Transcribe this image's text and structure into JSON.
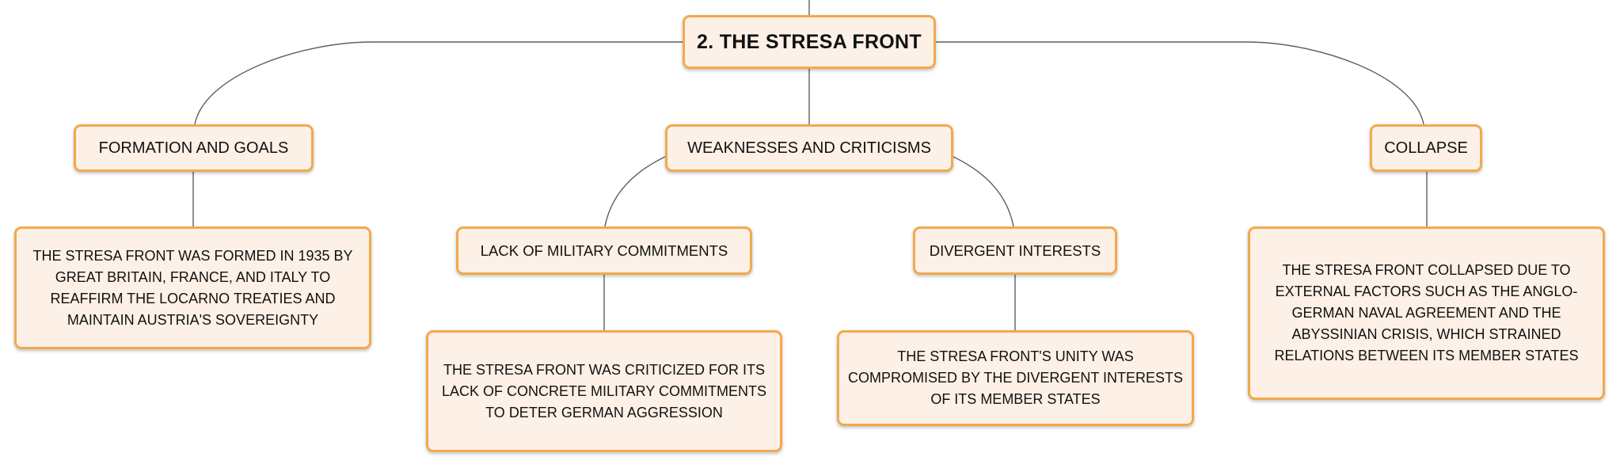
{
  "root": {
    "title": "2. THE STRESA FRONT"
  },
  "branches": {
    "formation": {
      "label": "FORMATION AND GOALS",
      "detail": "THE STRESA FRONT WAS FORMED IN 1935 BY GREAT BRITAIN, FRANCE, AND ITALY TO REAFFIRM THE LOCARNO TREATIES AND MAINTAIN AUSTRIA'S SOVEREIGNTY"
    },
    "weaknesses": {
      "label": "WEAKNESSES AND CRITICISMS",
      "military": {
        "label": "LACK OF MILITARY COMMITMENTS",
        "detail": "THE STRESA FRONT WAS CRITICIZED FOR ITS LACK OF CONCRETE MILITARY COMMITMENTS TO DETER GERMAN AGGRESSION"
      },
      "interests": {
        "label": "DIVERGENT INTERESTS",
        "detail": "THE STRESA FRONT'S UNITY WAS COMPROMISED BY THE DIVERGENT INTERESTS OF ITS MEMBER STATES"
      }
    },
    "collapse": {
      "label": "COLLAPSE",
      "detail": "THE STRESA FRONT COLLAPSED DUE TO EXTERNAL FACTORS SUCH AS THE ANGLO-GERMAN NAVAL AGREEMENT AND THE ABYSSINIAN CRISIS, WHICH STRAINED RELATIONS BETWEEN ITS MEMBER STATES"
    }
  },
  "colors": {
    "node_fill": "#fdf0e6",
    "node_border": "#f2a94e",
    "connector": "#5f5f5f",
    "text": "#111111"
  }
}
